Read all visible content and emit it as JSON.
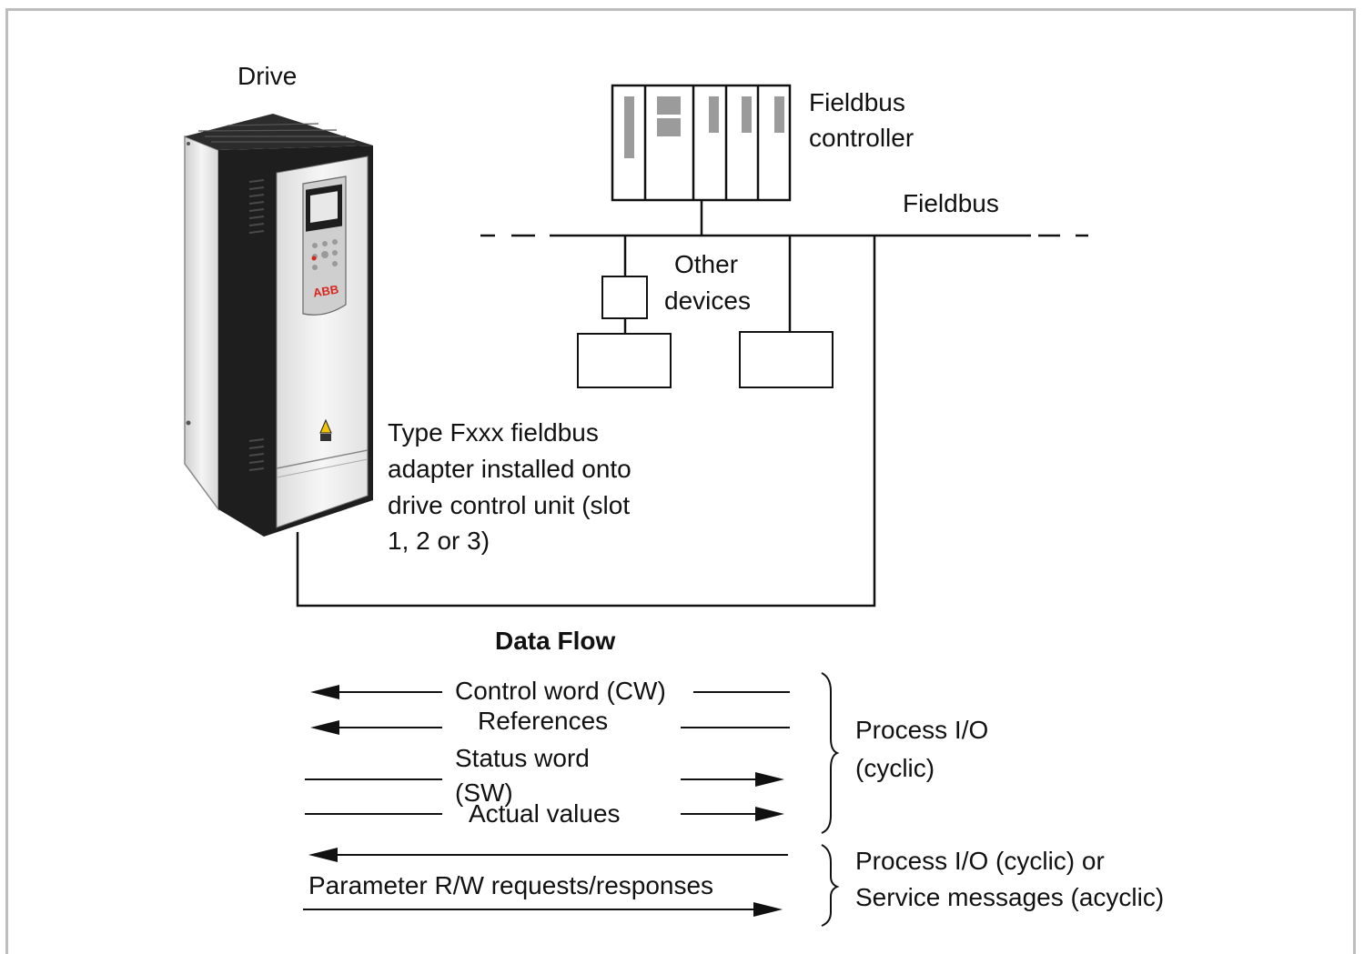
{
  "labels": {
    "drive": "Drive",
    "fieldbus_controller_line1": "Fieldbus",
    "fieldbus_controller_line2": "controller",
    "fieldbus": "Fieldbus",
    "other_devices_line1": "Other",
    "other_devices_line2": "devices",
    "adapter_line1": "Type Fxxx fieldbus",
    "adapter_line2": "adapter installed onto",
    "adapter_line3": "drive control unit (slot",
    "adapter_line4": "1, 2 or 3)",
    "brand_logo": "ABB"
  },
  "data_flow": {
    "title": "Data Flow",
    "control_word": "Control word (CW)",
    "references": "References",
    "status_word_line1": "Status word",
    "status_word_line2": "(SW)",
    "actual_values": "Actual values",
    "parameter_rw": "Parameter R/W requests/responses",
    "process_io_line1": "Process I/O",
    "process_io_line2": "(cyclic)",
    "service_line1": "Process I/O (cyclic) or",
    "service_line2": "Service messages (acyclic)"
  },
  "colors": {
    "line": "#111111",
    "frame": "#bdbdbd",
    "drive_body": "#1e1e1e",
    "drive_panel": "#e9e9e9",
    "logo_red": "#d7261e",
    "warning_yellow": "#f2c300"
  }
}
